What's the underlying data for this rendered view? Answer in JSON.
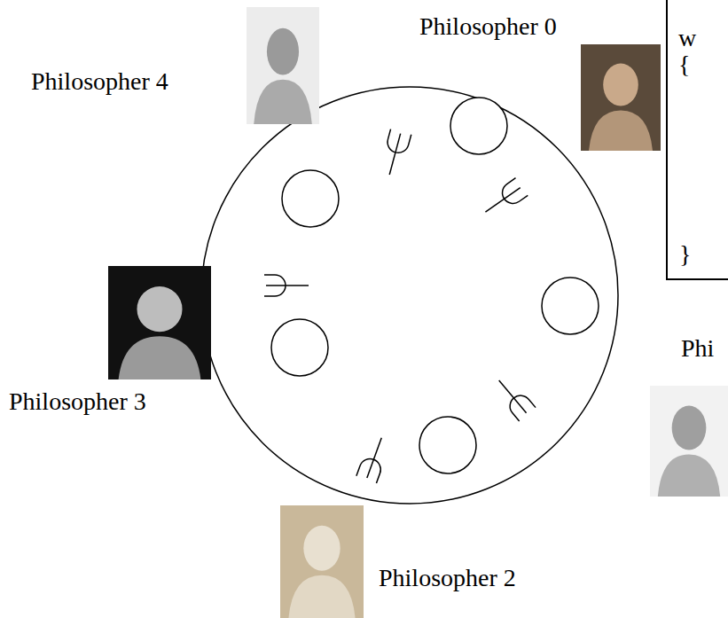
{
  "diagram": {
    "labels": [
      "Philosopher 0",
      "Philosopher 4",
      "Philosopher 3",
      "Phi",
      "Philosopher 2",
      "w",
      "{",
      "}"
    ]
  }
}
